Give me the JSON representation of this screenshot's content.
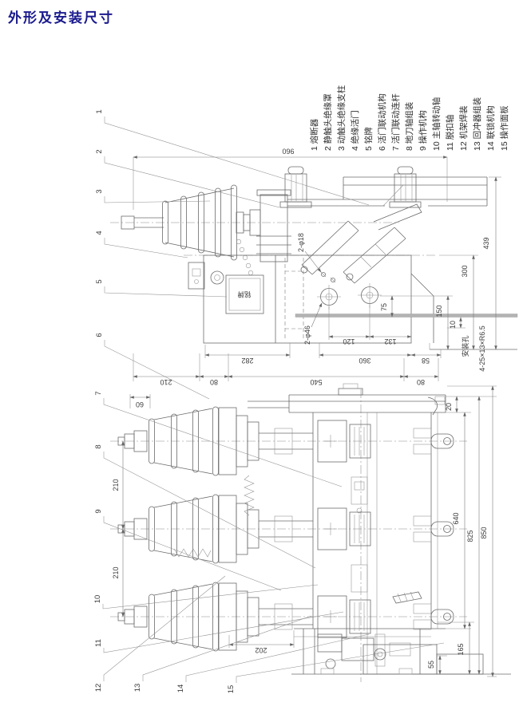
{
  "title": "外形及安装尺寸",
  "legend": {
    "items": [
      {
        "text": "1 熔断器"
      },
      {
        "text": "2 静触头绝缘罩"
      },
      {
        "text": "3 动触头绝缘支柱"
      },
      {
        "text": "4 绝缘活门"
      },
      {
        "text": "5 铭牌"
      },
      {
        "text": "6 活门联动机构"
      },
      {
        "text": "7 活门联动连杆"
      },
      {
        "text": "8 地刀轴组装"
      },
      {
        "text": "9 操作机构"
      },
      {
        "text": "10 主轴转动轴"
      },
      {
        "text": "11 脱扣轴"
      },
      {
        "text": "12 机架焊装"
      },
      {
        "text": "13 回冲器组装"
      },
      {
        "text": "14 联锁机构"
      },
      {
        "text": "15 操作面板"
      }
    ]
  },
  "top_view": {
    "callouts": [
      {
        "n": "1"
      },
      {
        "n": "2"
      },
      {
        "n": "3"
      },
      {
        "n": "4"
      },
      {
        "n": "5"
      },
      {
        "n": "6"
      }
    ],
    "dims": {
      "overall": "096",
      "holes18": "2-φ18",
      "holes46": "2-φ46",
      "h439": "439",
      "h300": "300",
      "h150": "150",
      "h75": "75",
      "h10": "10",
      "w120": "120",
      "w132": "132",
      "w360": "360",
      "w58": "58",
      "w282": "282"
    },
    "nameplate": "铭牌",
    "mount_label": "安装孔",
    "mount_spec": "4-25×13×R6.5"
  },
  "bottom_view": {
    "callouts": [
      {
        "n": "7"
      },
      {
        "n": "8"
      },
      {
        "n": "9"
      },
      {
        "n": "10"
      },
      {
        "n": "11"
      },
      {
        "n": "12"
      },
      {
        "n": "13"
      },
      {
        "n": "14"
      },
      {
        "n": "15"
      }
    ],
    "dims": {
      "top210": "210",
      "top80a": "80",
      "top540": "540",
      "top80b": "80",
      "d60": "60",
      "left210a": "210",
      "left210b": "210",
      "r20": "20",
      "r640": "640",
      "r825": "825",
      "r850": "850",
      "r165": "165",
      "r55": "55",
      "w202": "202"
    }
  }
}
